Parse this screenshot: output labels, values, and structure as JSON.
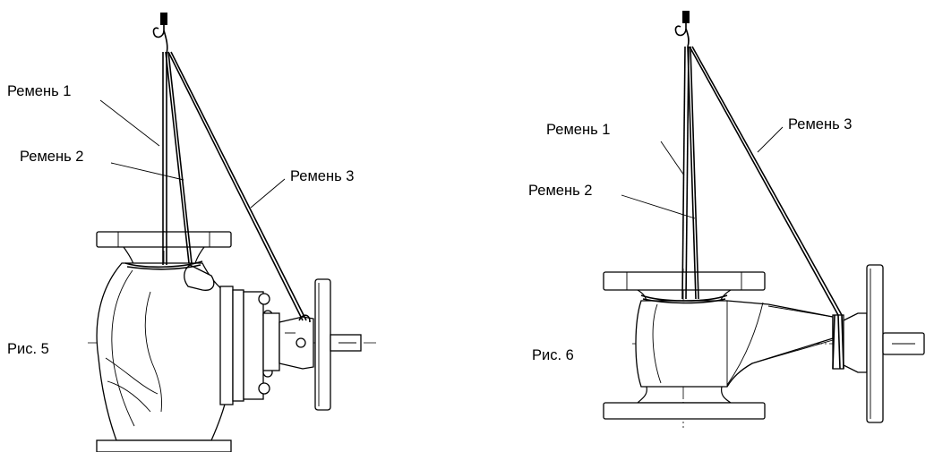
{
  "figures": [
    {
      "caption": "Рис. 5",
      "straps": [
        "Ремень 1",
        "Ремень 2",
        "Ремень 3"
      ]
    },
    {
      "caption": "Рис. 6",
      "straps": [
        "Ремень 1",
        "Ремень 2",
        "Ремень 3"
      ]
    }
  ]
}
